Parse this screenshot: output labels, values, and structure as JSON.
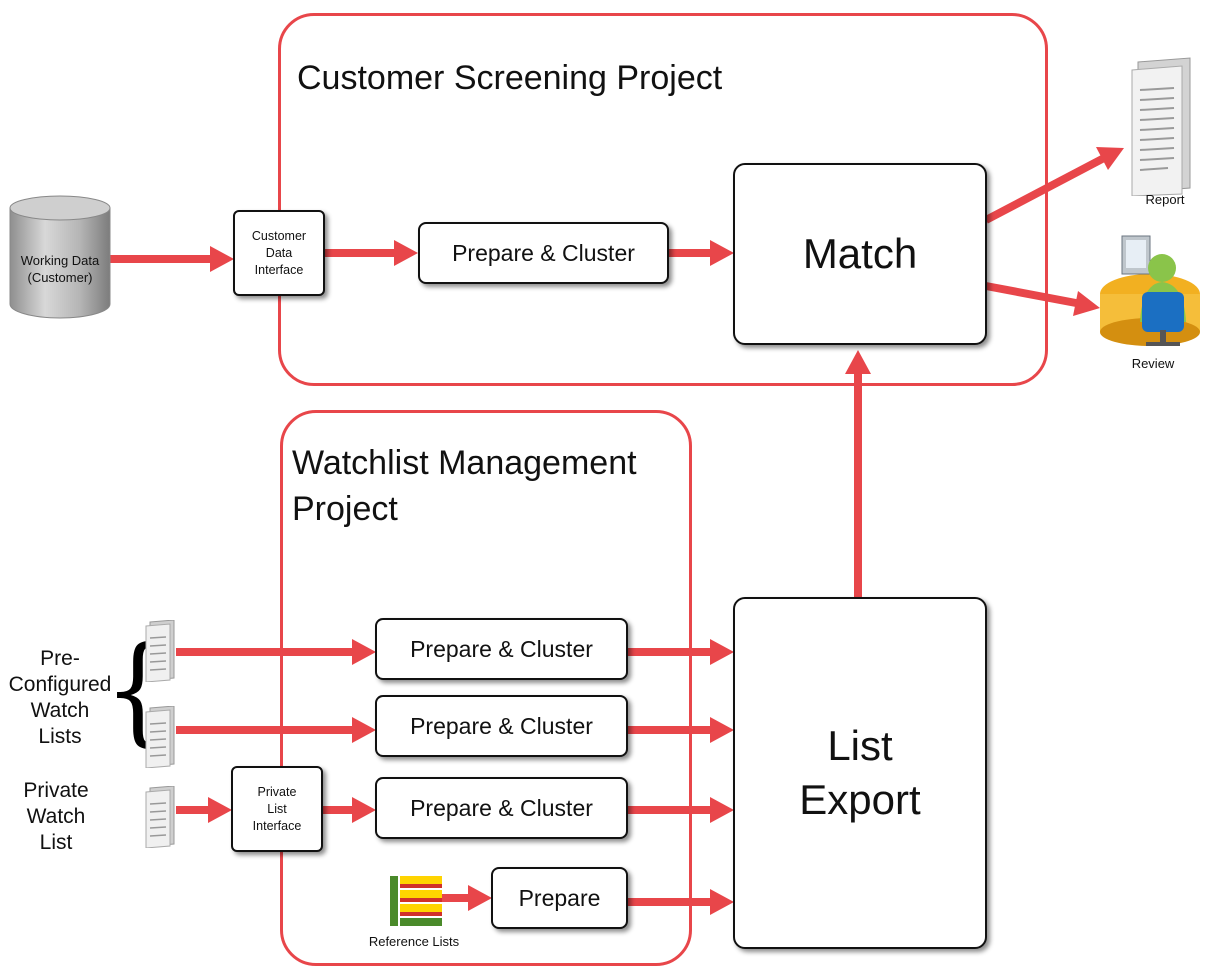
{
  "projects": {
    "customer_screening": {
      "title": "Customer Screening Project"
    },
    "watchlist_management": {
      "title": "Watchlist Management\nProject"
    }
  },
  "nodes": {
    "working_data": "Working Data\n(Customer)",
    "customer_data_interface": "Customer\nData\nInterface",
    "prepare_cluster_top": "Prepare & Cluster",
    "match": "Match",
    "report": "Report",
    "review": "Review",
    "prepare_cluster_1": "Prepare & Cluster",
    "prepare_cluster_2": "Prepare & Cluster",
    "prepare_cluster_3": "Prepare & Cluster",
    "prepare": "Prepare",
    "list_export": "List\nExport",
    "private_list_interface": "Private\nList\nInterface",
    "reference_lists": "Reference Lists"
  },
  "labels": {
    "preconfigured": "Pre-\nConfigured\nWatch\nLists",
    "private_watch_list": "Private\nWatch\nList"
  },
  "colors": {
    "project_border": "#e8464a",
    "arrow": "#e8464a",
    "box_border": "#111111"
  },
  "icons": {
    "database": "database-cylinder-icon",
    "document": "document-icon",
    "report": "report-document-icon",
    "review": "reviewer-at-desk-icon",
    "reference_lists": "striped-list-stack-icon"
  }
}
